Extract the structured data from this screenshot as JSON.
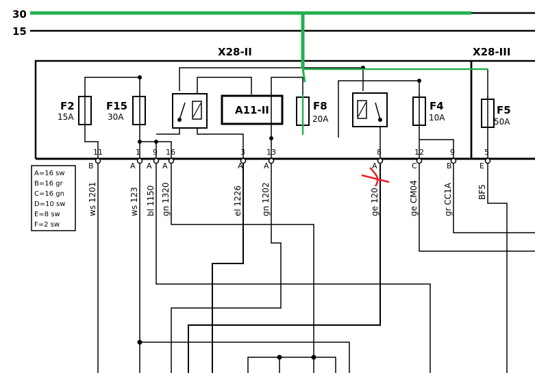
{
  "bus": {
    "line_30": "30",
    "line_15": "15"
  },
  "connectors": {
    "x28_2": "X28-II",
    "x28_3": "X28-III"
  },
  "fuses": {
    "f2": {
      "name": "F2",
      "rating": "15A"
    },
    "f15": {
      "name": "F15",
      "rating": "30A"
    },
    "f8": {
      "name": "F8",
      "rating": "20A"
    },
    "f4": {
      "name": "F4",
      "rating": "10A"
    },
    "f5": {
      "name": "F5",
      "rating": "50A"
    }
  },
  "module": "A11-II",
  "pins": {
    "p11": "11",
    "p1": "1",
    "p9a": "9",
    "p16": "16",
    "p3": "3",
    "p13": "13",
    "p8": "8",
    "p12": "12",
    "p9b": "9",
    "p5": "5"
  },
  "pin_letters": {
    "p11": "B",
    "p1": "A",
    "p9a": "A",
    "p16": "A",
    "p3": "A",
    "p13": "A",
    "p8": "A",
    "p12": "C",
    "p9b": "B",
    "p5": "E"
  },
  "wires": {
    "w1": "ws 1201",
    "w2": "ws 123",
    "w3": "bl 1150",
    "w4": "gn 1320",
    "w5": "el 1226",
    "w6": "gn 1202",
    "w7": "ge 120",
    "w8": "ge CM04",
    "w9": "gr CC1A",
    "w10": "BF5"
  },
  "legend": [
    "A=16 sw",
    "B=16 gr",
    "C=16 gn",
    "D=10 sw",
    "E=8 sw",
    "F=2 sw"
  ],
  "colors": {
    "annotation_green": "#22b14c",
    "annotation_red": "#ed1c24",
    "line": "#000000"
  }
}
